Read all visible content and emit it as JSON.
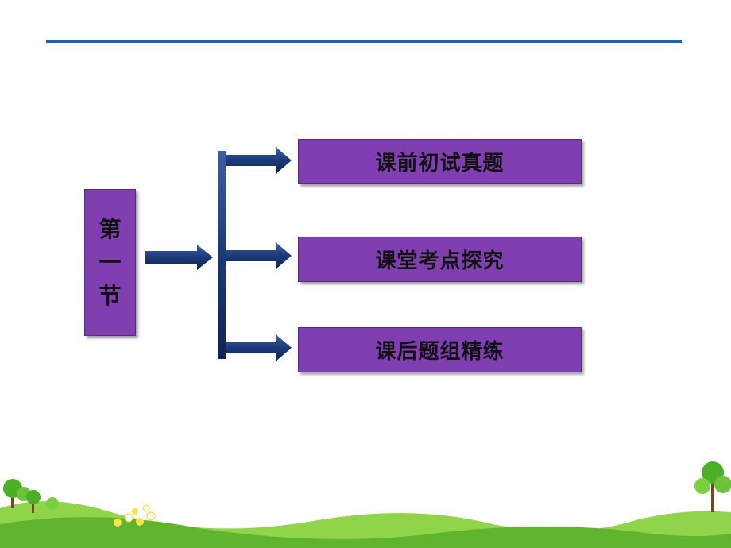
{
  "section": {
    "chars": [
      "第",
      "一",
      "节"
    ]
  },
  "topics": [
    {
      "label": "课前初试真题"
    },
    {
      "label": "课堂考点探究"
    },
    {
      "label": "课后题组精练"
    }
  ],
  "colors": {
    "box_fill": "#7f3fb0",
    "arrow": "#1b3a78",
    "top_rule": "#1f5fb0",
    "grass": "#6cc23a"
  }
}
